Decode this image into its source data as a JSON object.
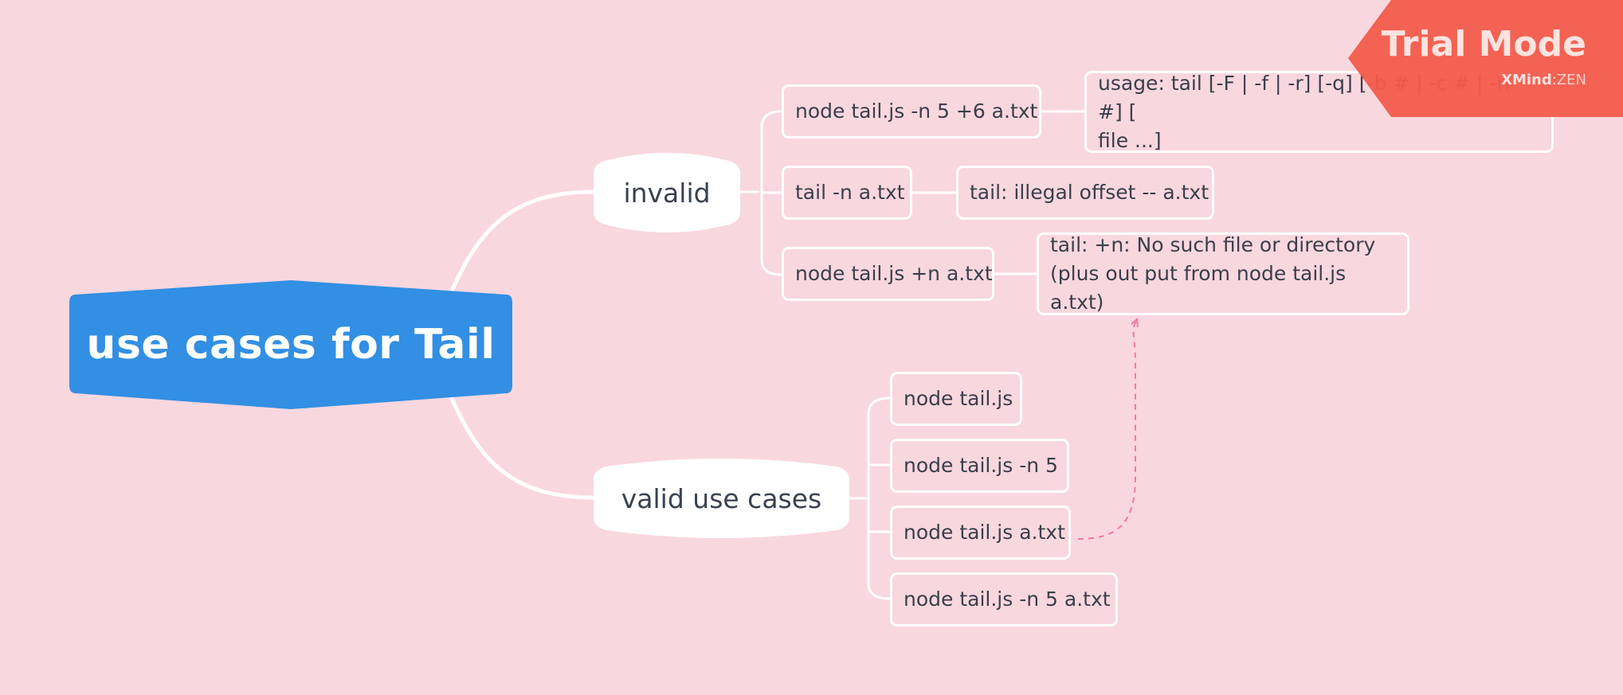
{
  "root": {
    "label": "use cases for Tail",
    "color": "#328fe3"
  },
  "branches": [
    {
      "label": "invalid",
      "children": [
        {
          "label": "node tail.js -n 5 +6 a.txt",
          "result": [
            "usage: tail [-F | -f | -r] [-q] [-b # | -c # | -n #] [",
            "file ...]"
          ]
        },
        {
          "label": "tail -n a.txt",
          "result": [
            "tail: illegal offset -- a.txt"
          ]
        },
        {
          "label": "node tail.js +n a.txt",
          "result": [
            "tail: +n: No such file or directory",
            "(plus out put from node tail.js a.txt)"
          ]
        }
      ]
    },
    {
      "label": "valid use cases",
      "children": [
        {
          "label": "node tail.js"
        },
        {
          "label": "node tail.js -n 5"
        },
        {
          "label": "node tail.js a.txt"
        },
        {
          "label": "node tail.js -n 5 a.txt"
        }
      ]
    }
  ],
  "watermark": {
    "title": "Trial Mode",
    "brand": "XMind",
    "separator": ":",
    "edition": "ZEN",
    "color": "#f25c4b"
  },
  "colors": {
    "background": "#f9d7df",
    "line": "#ffffff",
    "relationship": "#f07aa6"
  }
}
